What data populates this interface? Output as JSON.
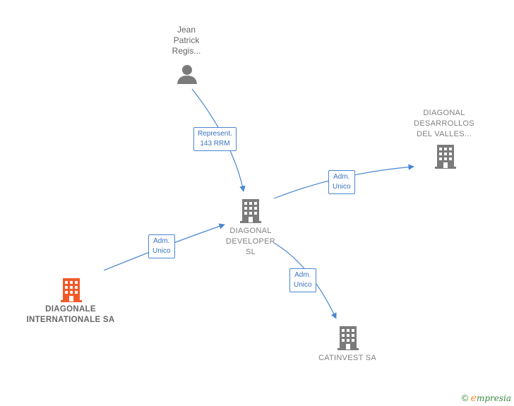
{
  "colors": {
    "edge": "#4a86d0",
    "node_gray": "#7b7b7b",
    "node_highlight": "#f05a28"
  },
  "nodes": {
    "jean_patrick": {
      "lines": [
        "Jean",
        "Patrick",
        "Regis..."
      ],
      "icon": "person-icon"
    },
    "diagonal_desarrollos": {
      "lines": [
        "DIAGONAL",
        "DESARROLLOS",
        "DEL VALLES..."
      ],
      "icon": "building-icon"
    },
    "diagonal_developer": {
      "lines": [
        "DIAGONAL",
        "DEVELOPER",
        "SL"
      ],
      "icon": "building-icon"
    },
    "diagonale_internationale": {
      "lines": [
        "DIAGONALE",
        "INTERNATIONALE SA"
      ],
      "icon": "building-icon"
    },
    "catinvest": {
      "lines": [
        "CATINVEST SA"
      ],
      "icon": "building-icon"
    }
  },
  "edges": {
    "represent": {
      "lines": [
        "Represent.",
        "143 RRM"
      ]
    },
    "adm_desarrollos": {
      "lines": [
        "Adm.",
        "Unico"
      ]
    },
    "adm_internationale": {
      "lines": [
        "Adm.",
        "Unico"
      ]
    },
    "adm_catinvest": {
      "lines": [
        "Adm.",
        "Unico"
      ]
    }
  },
  "credit": {
    "copyright": "©",
    "brand_initial": "e",
    "brand_rest": "mpresia"
  }
}
